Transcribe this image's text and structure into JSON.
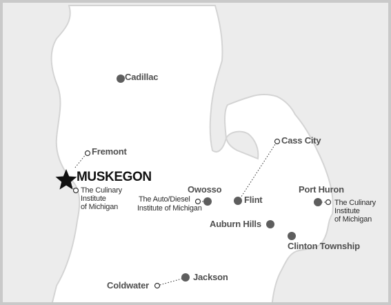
{
  "map": {
    "colors": {
      "water": "#ececec",
      "land": "#ffffff",
      "border": "#c9c9c9",
      "shore": "#d4d4d4",
      "city_dot": "#5e5e5e",
      "label": "#4f4f4f"
    },
    "highlight": {
      "name": "MUSKEGON",
      "icon": "star-icon"
    },
    "cities": [
      {
        "name": "Cadillac"
      },
      {
        "name": "Fremont"
      },
      {
        "name": "Cass City"
      },
      {
        "name": "Owosso"
      },
      {
        "name": "Flint"
      },
      {
        "name": "Port Huron"
      },
      {
        "name": "Auburn Hills"
      },
      {
        "name": "Clinton Township"
      },
      {
        "name": "Jackson"
      },
      {
        "name": "Coldwater"
      }
    ],
    "institutions": [
      {
        "lines": [
          "The Culinary",
          "Institute",
          "of Michigan"
        ]
      },
      {
        "lines": [
          "The Auto/Diesel",
          "Institute of Michigan"
        ]
      },
      {
        "lines": [
          "The Culinary",
          "Institute",
          "of Michigan"
        ]
      }
    ]
  }
}
